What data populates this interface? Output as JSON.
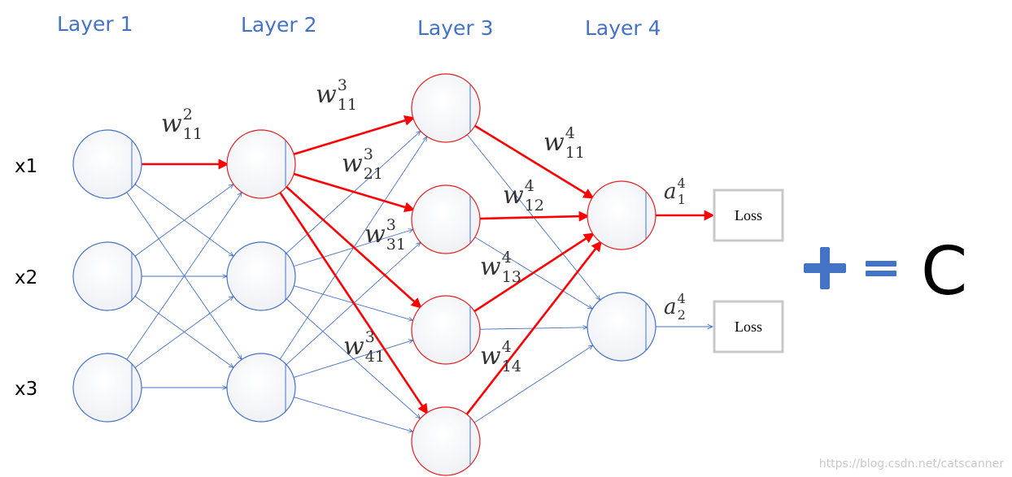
{
  "layers": [
    {
      "title": "Layer 1"
    },
    {
      "title": "Layer 2"
    },
    {
      "title": "Layer 3"
    },
    {
      "title": "Layer 4"
    }
  ],
  "inputs": [
    "x1",
    "x2",
    "x3"
  ],
  "weights": [
    {
      "base": "w",
      "sup": "2",
      "sub": "11"
    },
    {
      "base": "w",
      "sup": "3",
      "sub": "11"
    },
    {
      "base": "w",
      "sup": "3",
      "sub": "21"
    },
    {
      "base": "w",
      "sup": "3",
      "sub": "31"
    },
    {
      "base": "w",
      "sup": "3",
      "sub": "41"
    },
    {
      "base": "w",
      "sup": "4",
      "sub": "11"
    },
    {
      "base": "w",
      "sup": "4",
      "sub": "12"
    },
    {
      "base": "w",
      "sup": "4",
      "sub": "13"
    },
    {
      "base": "w",
      "sup": "4",
      "sub": "14"
    }
  ],
  "activations": [
    {
      "base": "a",
      "sup": "4",
      "sub": "1"
    },
    {
      "base": "a",
      "sup": "4",
      "sub": "2"
    }
  ],
  "loss_boxes": [
    "Loss",
    "Loss"
  ],
  "equation": {
    "plus": "+",
    "equals": "=",
    "result": "C"
  },
  "watermark": "https://blog.csdn.net/catscanner",
  "colors": {
    "title": "#4472c4",
    "node_outline_blue": "#4472c4",
    "node_outline_red": "#e02020",
    "edge_blue": "#4472c4",
    "edge_red": "#ff0000",
    "plus": "#4472c4",
    "loss_border": "#c8c8c8"
  }
}
